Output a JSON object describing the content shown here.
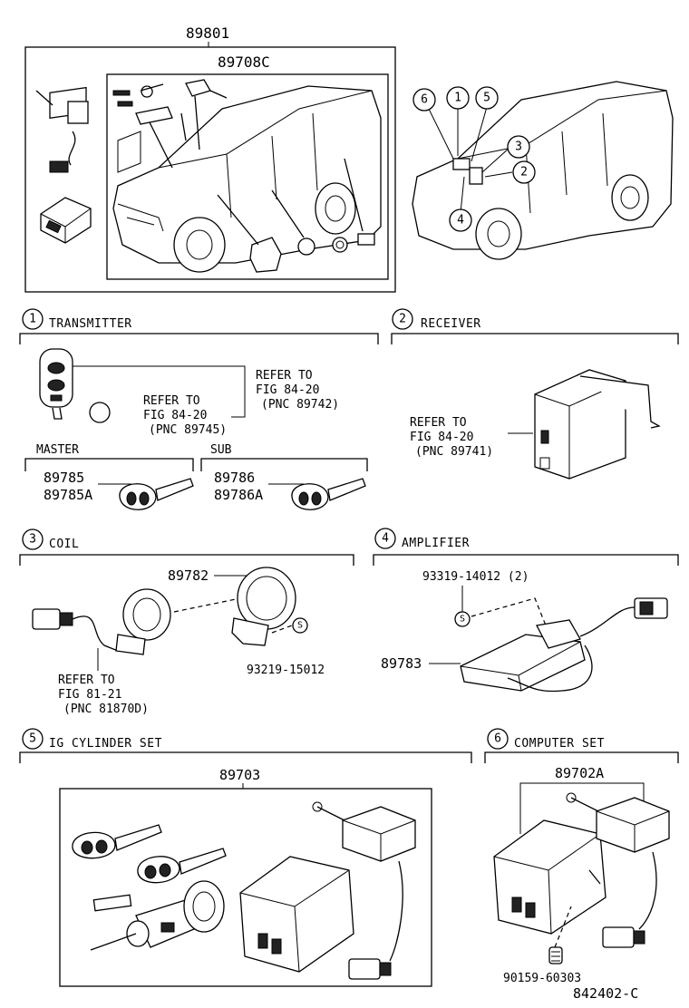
{
  "header": {
    "part_89801": "89801",
    "part_89708c": "89708C"
  },
  "overview": {
    "callouts": [
      "6",
      "1",
      "5",
      "3",
      "2",
      "4"
    ]
  },
  "sections": {
    "transmitter": {
      "index": "1",
      "title": "TRANSMITTER",
      "refer_a": [
        "REFER TO",
        "FIG 84-20",
        "(PNC 89742)"
      ],
      "refer_b": [
        "REFER TO",
        "FIG 84-20",
        "(PNC 89745)"
      ],
      "master": {
        "title": "MASTER",
        "parts": [
          "89785",
          "89785A"
        ]
      },
      "sub": {
        "title": "SUB",
        "parts": [
          "89786",
          "89786A"
        ]
      }
    },
    "receiver": {
      "index": "2",
      "title": "RECEIVER",
      "refer": [
        "REFER TO",
        "FIG 84-20",
        "(PNC 89741)"
      ]
    },
    "coil": {
      "index": "3",
      "title": "COIL",
      "part": "89782",
      "screw": "93219-15012",
      "refer": [
        "REFER TO",
        "FIG 81-21",
        "(PNC 81870D)"
      ]
    },
    "amplifier": {
      "index": "4",
      "title": "AMPLIFIER",
      "screw": "93319-14012 (2)",
      "part": "89783"
    },
    "ig_cylinder": {
      "index": "5",
      "title": "IG CYLINDER SET",
      "part": "89703"
    },
    "computer": {
      "index": "6",
      "title": "COMPUTER SET",
      "part": "89702A",
      "screw": "90159-60303"
    }
  },
  "symbols": {
    "screw_mark": "S"
  },
  "footer": {
    "figure_code": "842402-C"
  }
}
